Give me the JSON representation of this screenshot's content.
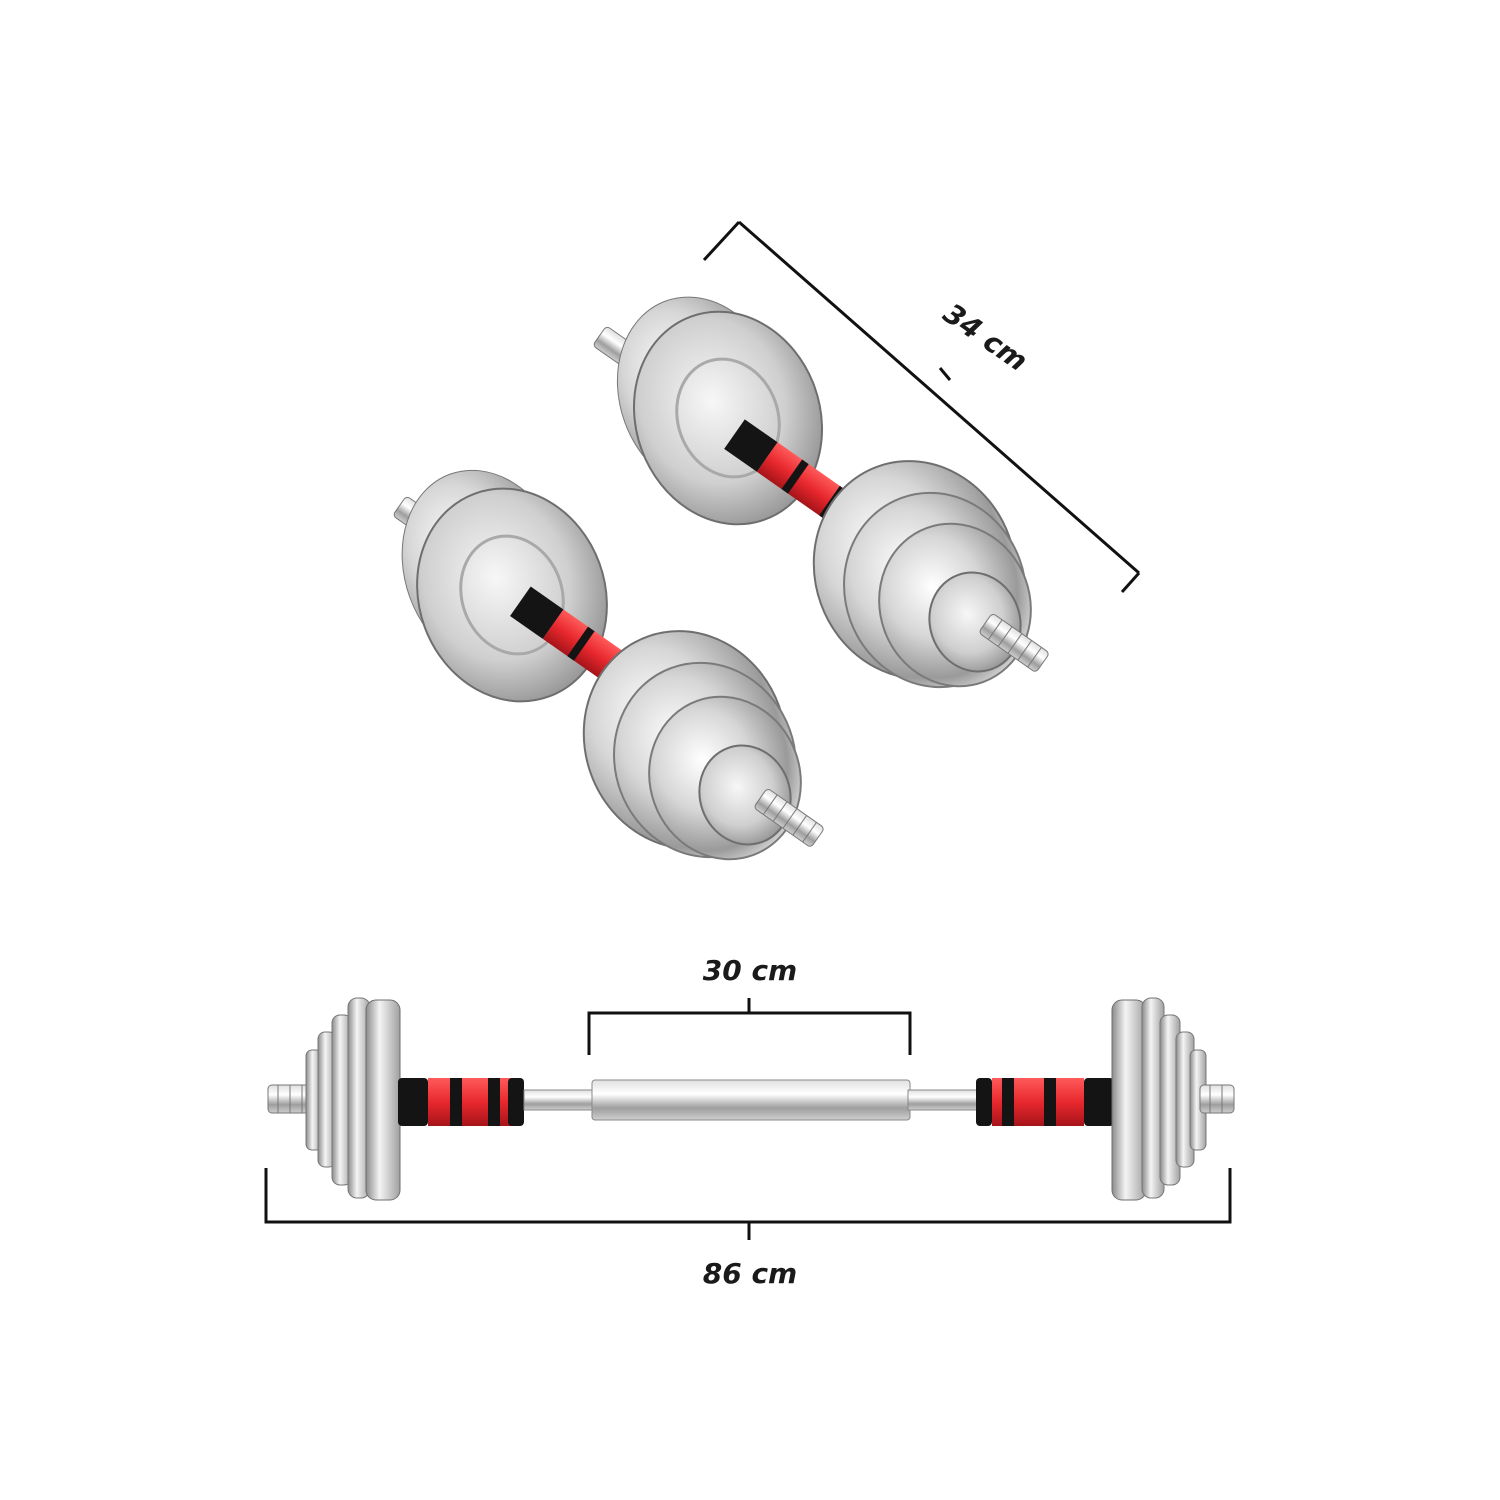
{
  "dimensions": {
    "dumbbell_length": "34 cm",
    "connector_length": "30 cm",
    "barbell_length": "86 cm"
  },
  "colors": {
    "chrome_light": "#f2f2f2",
    "chrome_mid": "#b9b9b9",
    "chrome_dark": "#6e6e6e",
    "grip_red": "#e8282e",
    "grip_black": "#141414",
    "line": "#111111"
  }
}
